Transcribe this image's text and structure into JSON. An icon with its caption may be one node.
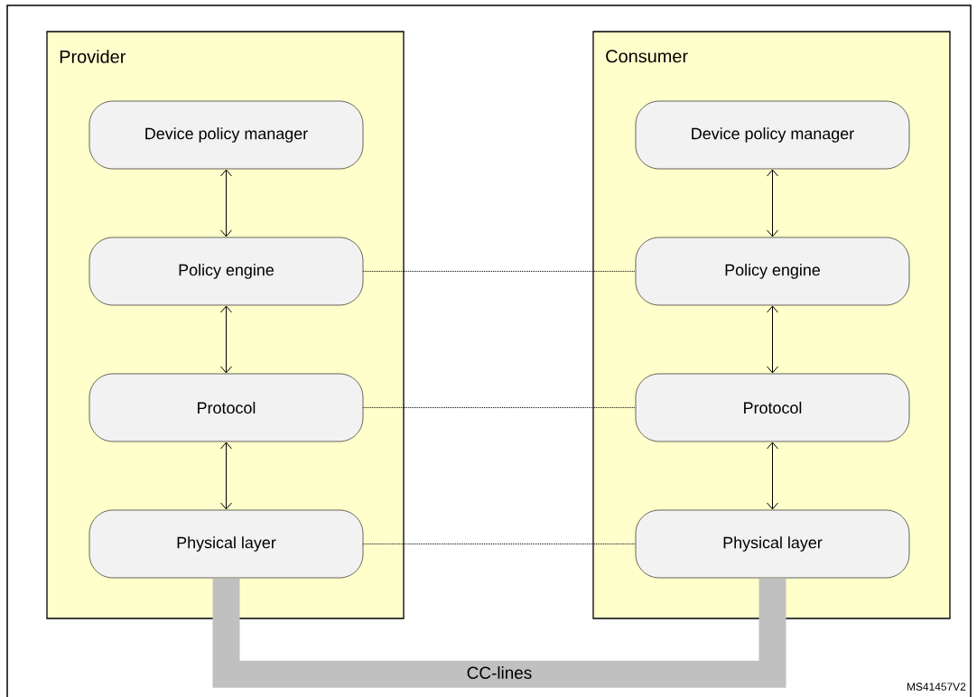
{
  "diagram": {
    "nodes": [
      {
        "text": [
          "Provider"
        ]
      },
      {
        "text": [
          "Device policy manager"
        ],
        "in": 0
      },
      {
        "text": [
          "Policy engine"
        ],
        "in": 0
      },
      {
        "text": [
          "Protocol"
        ],
        "in": 0
      },
      {
        "text": [
          "Physical layer"
        ],
        "in": 0
      },
      {
        "text": [
          "Consumer"
        ]
      },
      {
        "text": [
          "Device policy manager"
        ],
        "in": 5
      },
      {
        "text": [
          "Policy engine"
        ],
        "in": 5
      },
      {
        "text": [
          "Protocol"
        ],
        "in": 5
      },
      {
        "text": [
          "Physical layer"
        ],
        "in": 5
      }
    ],
    "edges": [
      {
        "from": 1,
        "to": 2,
        "arrow": "both"
      },
      {
        "from": 2,
        "to": 3,
        "arrow": "both"
      },
      {
        "from": 3,
        "to": 4,
        "arrow": "both"
      },
      {
        "from": 6,
        "to": 7,
        "arrow": "both"
      },
      {
        "from": 7,
        "to": 8,
        "arrow": "both"
      },
      {
        "from": 8,
        "to": 9,
        "arrow": "both"
      },
      {
        "from": 2,
        "to": 7,
        "arrow": "none",
        "style": "dashed"
      },
      {
        "from": 3,
        "to": 8,
        "arrow": "none",
        "style": "dashed"
      },
      {
        "from": 4,
        "to": 9,
        "arrow": "none",
        "style": "dashed"
      },
      {
        "from": 4,
        "to": 9,
        "arrow": "none",
        "style": "thick",
        "color": "#c0c0c0",
        "label": "CC-lines"
      }
    ],
    "labels": [
      "MS41457V2"
    ]
  }
}
